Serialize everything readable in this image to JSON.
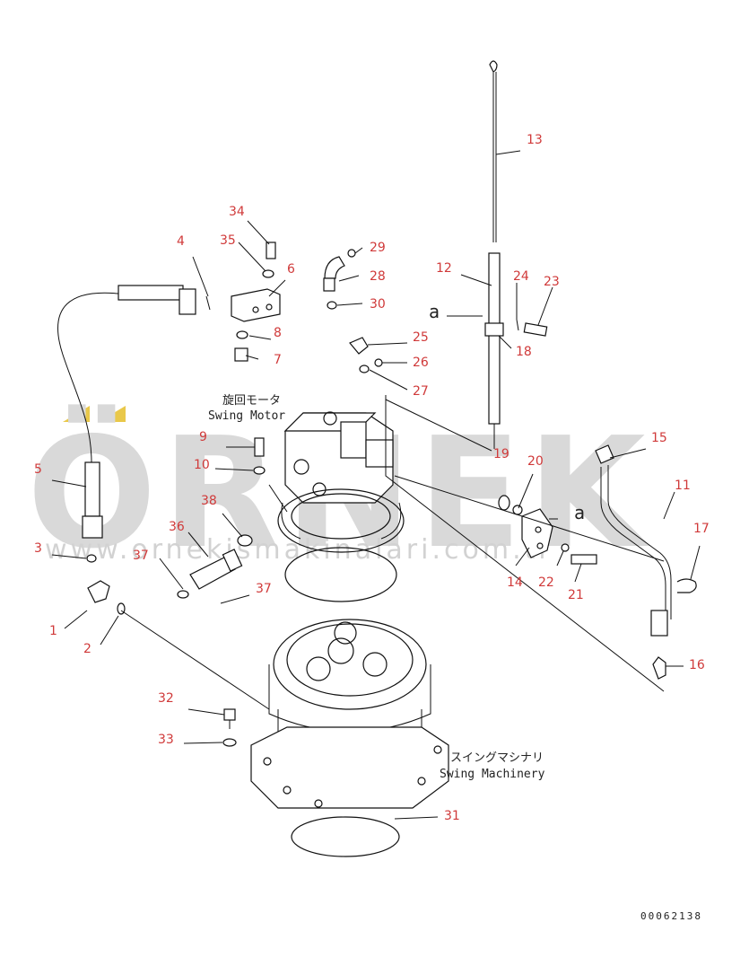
{
  "watermark": {
    "main": "ÖRNEK",
    "sub": "www.ornekismakinalari.com.tr",
    "accent_color": "#e9c84a"
  },
  "labels": {
    "swing_motor_jp": "旋回モータ",
    "swing_motor_en": "Swing Motor",
    "swing_machinery_jp": "スイングマシナリ",
    "swing_machinery_en": "Swing Machinery",
    "view_a_1": "a",
    "view_a_2": "a",
    "drawing_ref": "00062138"
  },
  "callouts": [
    "1",
    "2",
    "3",
    "4",
    "5",
    "6",
    "7",
    "8",
    "9",
    "10",
    "11",
    "12",
    "13",
    "14",
    "15",
    "16",
    "17",
    "18",
    "19",
    "20",
    "21",
    "22",
    "23",
    "24",
    "25",
    "26",
    "27",
    "28",
    "29",
    "30",
    "31",
    "32",
    "33",
    "34",
    "35",
    "36",
    "37",
    "37",
    "38"
  ],
  "colors": {
    "callout": "#d03a3a",
    "line": "#111111",
    "watermark": "#d9d9d9"
  }
}
